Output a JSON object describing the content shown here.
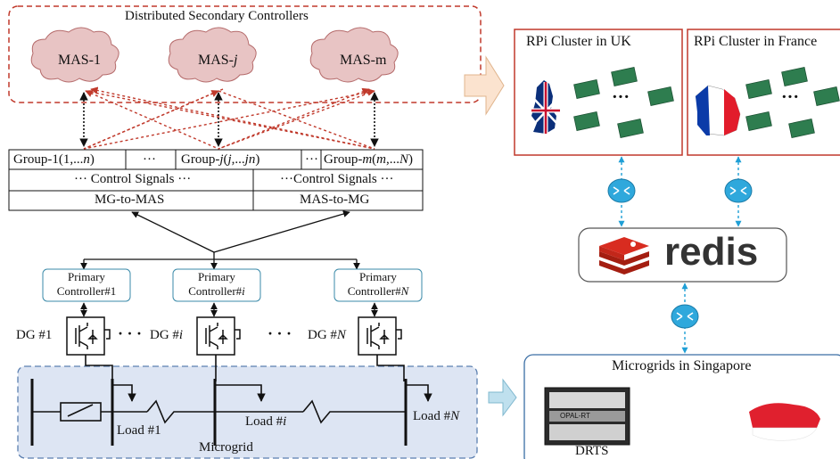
{
  "controllers": {
    "title": "Distributed Secondary Controllers",
    "mas": [
      {
        "prefix": "MAS-",
        "suffix": "1"
      },
      {
        "prefix": "MAS-",
        "suffix": "j"
      },
      {
        "prefix": "MAS-",
        "suffix": "m"
      }
    ]
  },
  "groups": {
    "g1": {
      "main": "Group-1(1,...",
      "ital": "n",
      "close": ")"
    },
    "dots1": "···",
    "gj": {
      "main": "Group-",
      "ital": "j",
      "paren": "(",
      "ital2": "j",
      "mid": ",...",
      "ital3": "jn",
      "close": ")"
    },
    "dots2": "···",
    "gm": {
      "main": "Group-",
      "ital": "m",
      "paren": "(",
      "ital2": "m",
      "mid": ",...",
      "ital3": "N",
      "close": ")"
    },
    "ctrl_left": "··· Control Signals ···",
    "ctrl_right": "···Control Signals ···",
    "mg_to_mas": "MG-to-MAS",
    "mas_to_mg": "MAS-to-MG"
  },
  "primary": [
    {
      "line1": "Primary",
      "line2": "Controller#",
      "idx": "1",
      "idx_italic": false
    },
    {
      "line1": "Primary",
      "line2": "Controller#",
      "idx": "i",
      "idx_italic": true
    },
    {
      "line1": "Primary",
      "line2": "Controller#",
      "idx": "N",
      "idx_italic": true
    }
  ],
  "dg": [
    {
      "label": "DG #",
      "idx": "1",
      "idx_italic": false
    },
    {
      "label": "DG #",
      "idx": "i",
      "idx_italic": true
    },
    {
      "label": "DG #",
      "idx": "N",
      "idx_italic": true
    }
  ],
  "loads": [
    {
      "label": "Load #",
      "idx": "1",
      "idx_italic": false
    },
    {
      "label": "Load #",
      "idx": "i",
      "idx_italic": true
    },
    {
      "label": "Load #",
      "idx": "N",
      "idx_italic": true
    }
  ],
  "microgrid_label": "Microgrid",
  "dots": "· · ·",
  "clusters": {
    "uk": "RPi Cluster in UK",
    "fr": "RPi Cluster in France",
    "cdots": "···"
  },
  "redis_label": "redis",
  "singapore": {
    "title": "Microgrids in Singapore",
    "drts": "DRTS",
    "opal": "OPAL-RT"
  },
  "colors": {
    "red_dash": "#c0392b",
    "cloud": "#e8c4c4",
    "blue_dash": "#1f9fd6",
    "microgrid_bg": "#dde5f3",
    "arrow_fill": "#fbe3cf",
    "arrow_blue": "#bfe0ee"
  }
}
